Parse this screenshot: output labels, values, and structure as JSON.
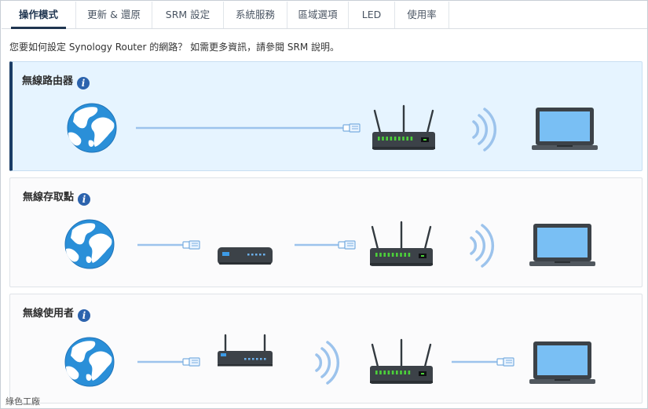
{
  "tabs": [
    {
      "label": "操作模式",
      "active": true
    },
    {
      "label": "更新 & 還原"
    },
    {
      "label": "SRM 設定"
    },
    {
      "label": "系統服務"
    },
    {
      "label": "區域選項"
    },
    {
      "label": "LED"
    },
    {
      "label": "使用率"
    }
  ],
  "intro": "您要如何設定 Synology Router 的網路？ 如需更多資訊，請參閱 SRM 說明。",
  "modes": [
    {
      "title": "無線路由器",
      "selected": true
    },
    {
      "title": "無線存取點",
      "selected": false
    },
    {
      "title": "無線使用者",
      "selected": false
    }
  ],
  "info_icon_text": "i",
  "watermark": "綠色工廠",
  "colors": {
    "accent": "#1b3d66",
    "selected_bg": "#e6f4ff",
    "globe": "#2a8fd8",
    "cable": "#9cc3ec",
    "led": "#4cd13a"
  }
}
